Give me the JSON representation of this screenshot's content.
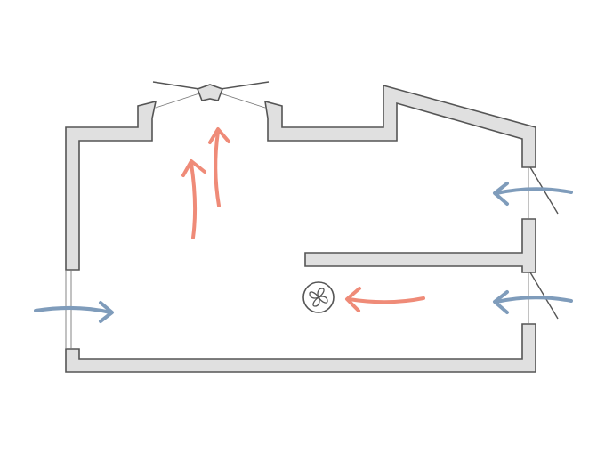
{
  "diagram": {
    "kind": "floor-plan-ventilation",
    "colors": {
      "wall_fill": "#e0e0e0",
      "wall_stroke": "#555555",
      "cool_air": "#7f9cbb",
      "warm_air": "#ef8b78",
      "background": "#ffffff"
    },
    "icons": [
      "fan-icon"
    ],
    "airflows": [
      {
        "id": "inflow-left-window",
        "kind": "cool-air-in"
      },
      {
        "id": "inflow-right-upper-window",
        "kind": "cool-air-in"
      },
      {
        "id": "inflow-right-lower-window",
        "kind": "cool-air-in"
      },
      {
        "id": "warm-flow-toward-fan",
        "kind": "warm-air"
      },
      {
        "id": "warm-rise-left",
        "kind": "warm-air"
      },
      {
        "id": "warm-rise-right",
        "kind": "warm-air"
      }
    ]
  }
}
